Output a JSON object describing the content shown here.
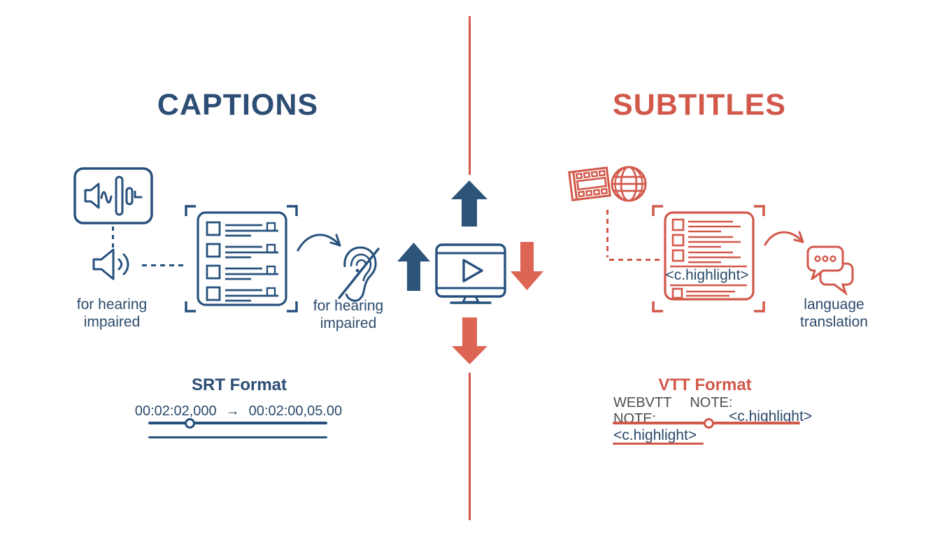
{
  "colors": {
    "navy_outline": "#27517d",
    "navy_text": "#2b4a6b",
    "navy_title": "#2c4d74",
    "blue_arrow": "#2d5479",
    "red": "#d2584a",
    "red_arrow": "#dc6553",
    "gray_text": "#4d4d4d"
  },
  "captions": {
    "title": "CAPTIONS",
    "hearing_label_left": "for hearing impaired",
    "hearing_label_right": "for hearing impaired",
    "srt": {
      "title": "SRT Format",
      "time_start": "00:02:02,000",
      "arrow_symbol": "→",
      "time_end": "00:02:00,05.00"
    }
  },
  "subtitles": {
    "title": "SUBTITLES",
    "doc_tag": "<c.highlight>",
    "translation_label": "language translation",
    "vtt": {
      "title": "VTT Format",
      "header_keyword": "WEBVTT",
      "header_note": "NOTE:",
      "note_line": "NOTE:",
      "tag_right": "<c.highlight>",
      "tag_bottom": "<c.highlight>"
    }
  },
  "icons": {
    "left": [
      "audio-waveform-icon",
      "speaker-icon",
      "captions-list-icon",
      "curved-arrow-icon",
      "deaf-ear-icon"
    ],
    "center": [
      "up-arrow-icon",
      "monitor-play-icon",
      "down-arrow-icon"
    ],
    "right": [
      "film-strip-icon",
      "globe-icon",
      "subtitles-list-icon",
      "curved-arrow-icon",
      "chat-bubbles-icon"
    ]
  }
}
